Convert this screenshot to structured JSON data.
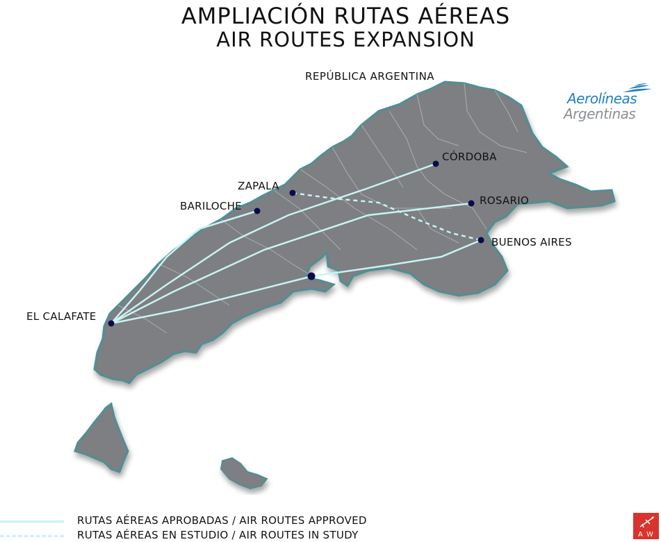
{
  "title": {
    "line1": "AMPLIACIÓN RUTAS AÉREAS",
    "line2": "AIR ROUTES EXPANSION"
  },
  "country_label": "REPÚBLICA ARGENTINA",
  "logo": {
    "line1": "Aerolíneas",
    "line2": "Argentinas",
    "icon": "bird-wing-icon",
    "color_primary": "#1f7fc4",
    "color_secondary": "#8a8f94"
  },
  "cities": [
    {
      "id": "cordoba",
      "name": "CÓRDOBA"
    },
    {
      "id": "zapala",
      "name": "ZAPALA"
    },
    {
      "id": "rosario",
      "name": "ROSARIO"
    },
    {
      "id": "bariloche",
      "name": "BARILOCHE"
    },
    {
      "id": "buenos-aires",
      "name": "BUENOS AIRES"
    },
    {
      "id": "el-calafate",
      "name": "EL CALAFATE"
    }
  ],
  "routes": {
    "approved": [
      [
        "el-calafate",
        "cordoba"
      ],
      [
        "el-calafate",
        "rosario"
      ],
      [
        "el-calafate",
        "buenos-aires"
      ],
      [
        "el-calafate",
        "bariloche"
      ]
    ],
    "in_study": [
      [
        "zapala",
        "buenos-aires"
      ]
    ]
  },
  "legend": {
    "approved": "RUTAS AÉREAS APROBADAS / AIR ROUTES APPROVED",
    "in_study": "RUTAS AÉREAS EN ESTUDIO / AIR ROUTES IN STUDY"
  },
  "colors": {
    "route": "#c9f3f3",
    "land": "#7d7f82",
    "land_edge": "#4f8f94",
    "city_dot": "#0a0a4a",
    "badge": "#d8332d"
  },
  "badge": {
    "text": "A  W",
    "icon": "airplane-icon"
  }
}
